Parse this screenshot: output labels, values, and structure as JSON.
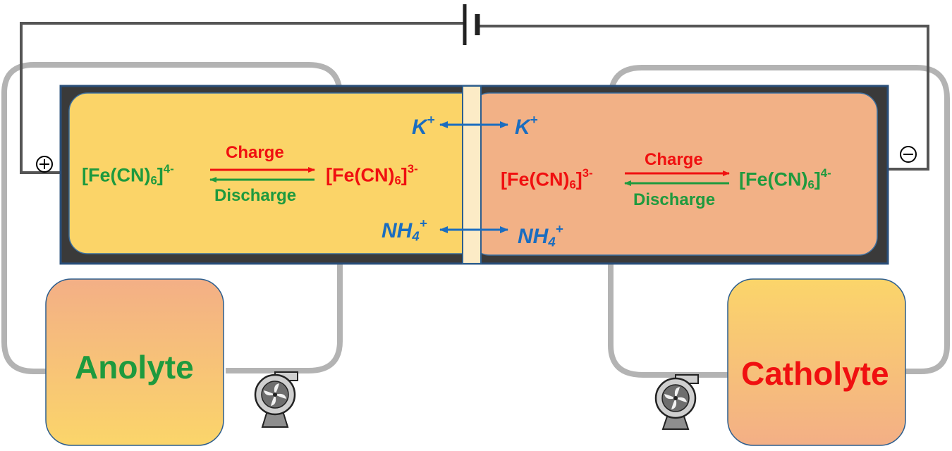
{
  "left_cell": {
    "reactant": {
      "base": "[Fe(CN)",
      "sub": "6",
      "close": "]",
      "charge": "4-"
    },
    "product": {
      "base": "[Fe(CN)",
      "sub": "6",
      "close": "]",
      "charge": "3-"
    },
    "charge_label": "Charge",
    "discharge_label": "Discharge",
    "terminal_symbol": "+"
  },
  "right_cell": {
    "reactant": {
      "base": "[Fe(CN)",
      "sub": "6",
      "close": "]",
      "charge": "3-"
    },
    "product": {
      "base": "[Fe(CN)",
      "sub": "6",
      "close": "]",
      "charge": "4-"
    },
    "charge_label": "Charge",
    "discharge_label": "Discharge",
    "terminal_symbol": "−"
  },
  "ions": {
    "k": {
      "base": "K",
      "charge": "+"
    },
    "nh4": {
      "base": "NH",
      "sub": "4",
      "charge": "+"
    }
  },
  "tanks": {
    "left": "Anolyte",
    "right": "Catholyte"
  },
  "colors": {
    "anolyte_green": "#1e9a3e",
    "catholyte_red": "#f01010",
    "ion_blue": "#1a6dc0",
    "cell_left_fill": "#fbd468",
    "cell_right_fill": "#f2b186",
    "frame": "#3a3a3a",
    "tubing": "#b3b3b3",
    "wire": "#555555"
  },
  "icons": [
    "pump-icon",
    "battery-icon",
    "positive-terminal-icon",
    "negative-terminal-icon"
  ]
}
